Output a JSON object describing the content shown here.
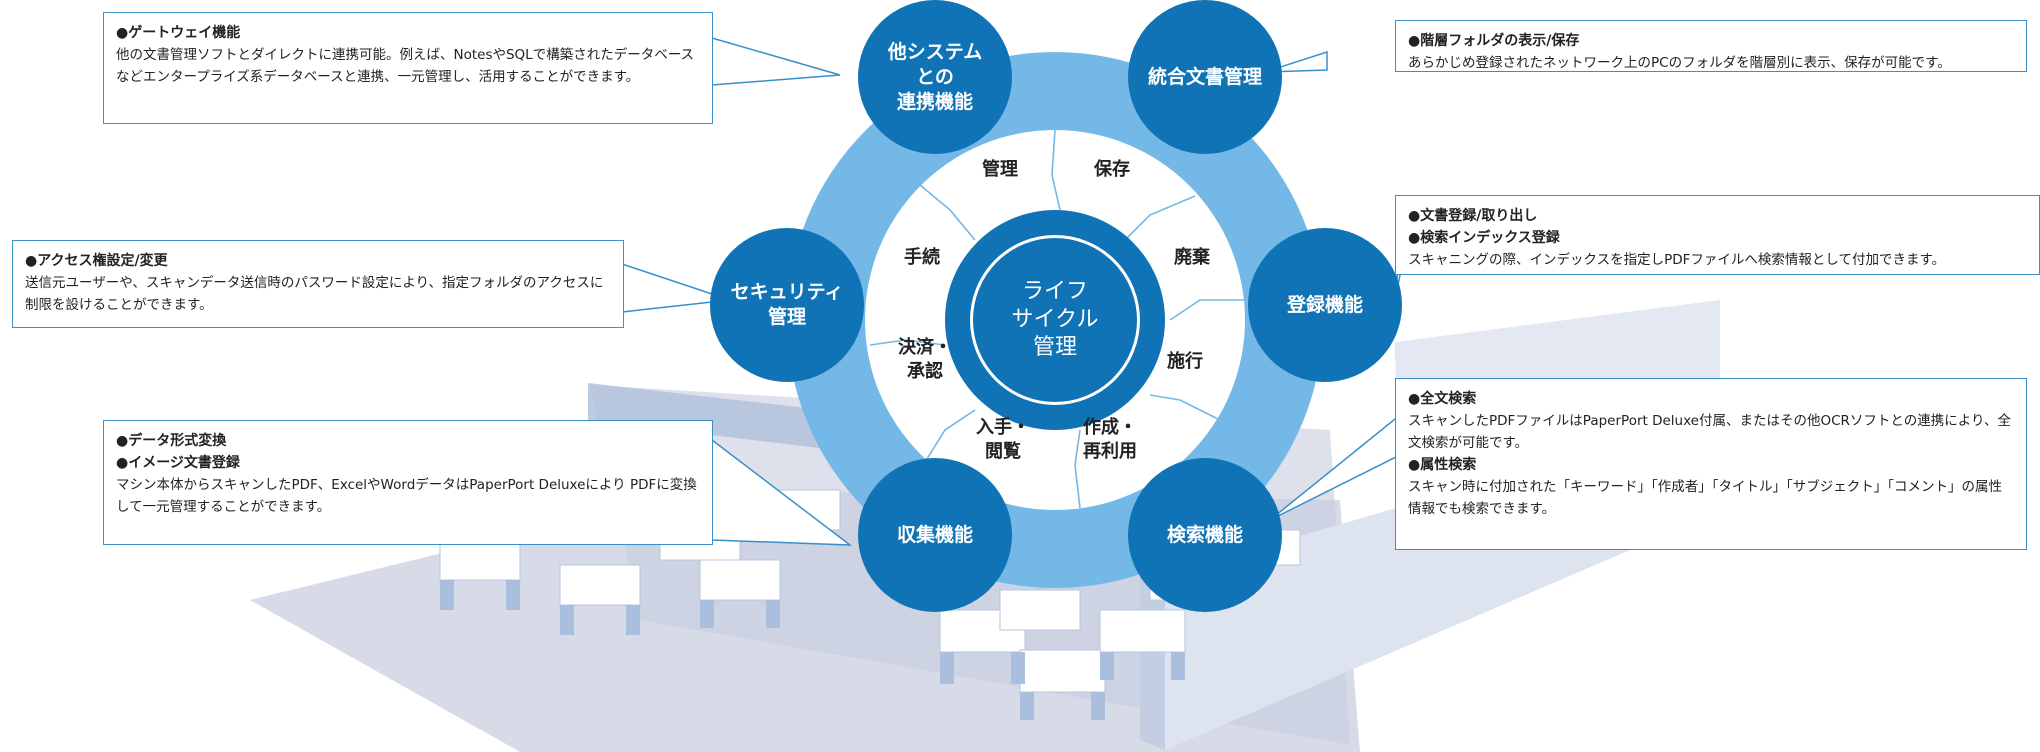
{
  "center": {
    "line1": "ライフ",
    "line2": "サイクル",
    "line3": "管理"
  },
  "segments": [
    "管理",
    "保存",
    "廃棄",
    "施行",
    "作成・\n再利用",
    "入手・\n閲覧",
    "決済・\n承認",
    "手続"
  ],
  "satellites": {
    "system_link": {
      "l1": "他システム",
      "l2": "との",
      "l3": "連携機能"
    },
    "integrated": {
      "l1": "統合文書管理"
    },
    "register": {
      "l1": "登録機能"
    },
    "search": {
      "l1": "検索機能"
    },
    "collect": {
      "l1": "収集機能"
    },
    "security": {
      "l1": "セキュリティ",
      "l2": "管理"
    }
  },
  "callouts": {
    "gateway": {
      "h1": "●ゲートウェイ機能",
      "body": "他の文書管理ソフトとダイレクトに連携可能。例えば、NotesやSQLで構築されたデータベースなどエンタープライズ系データベースと連携、一元管理し、活用することができます。"
    },
    "folder": {
      "h1": "●階層フォルダの表示/保存",
      "body": "あらかじめ登録されたネットワーク上のPCのフォルダを階層別に表示、保存が可能です。"
    },
    "doc_register": {
      "h1": "●文書登録/取り出し",
      "h2": "●検索インデックス登録",
      "body": "スキャニングの際、インデックスを指定しPDFファイルへ検索情報として付加できます。"
    },
    "access": {
      "h1": "●アクセス権設定/変更",
      "body": "送信元ユーザーや、スキャンデータ送信時のパスワード設定により、指定フォルダのアクセスに制限を設けることができます。"
    },
    "fulltext": {
      "h1": "●全文検索",
      "body1": "スキャンしたPDFファイルはPaperPort Deluxe付属、またはその他OCRソフトとの連携により、全文検索が可能です。",
      "h2": "●属性検索",
      "body2": "スキャン時に付加された「キーワード」「作成者」「タイトル」「サブジェクト」「コメント」の属性情報でも検索できます。"
    },
    "format": {
      "h1": "●データ形式変換",
      "h2": "●イメージ文書登録",
      "body": "マシン本体からスキャンしたPDF、ExcelやWordデータはPaperPort Deluxeにより PDFに変換して一元管理することができます。"
    }
  },
  "colors": {
    "ring": "#73b8e6",
    "satellite": "#0f73b6",
    "callout_border": "#3a8fc9"
  }
}
